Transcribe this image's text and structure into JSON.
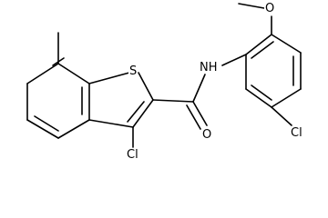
{
  "molecule": {
    "atoms": {
      "S": "S",
      "Cl1": "Cl",
      "O": "O",
      "NH": "NH",
      "Cl2": "Cl"
    }
  }
}
